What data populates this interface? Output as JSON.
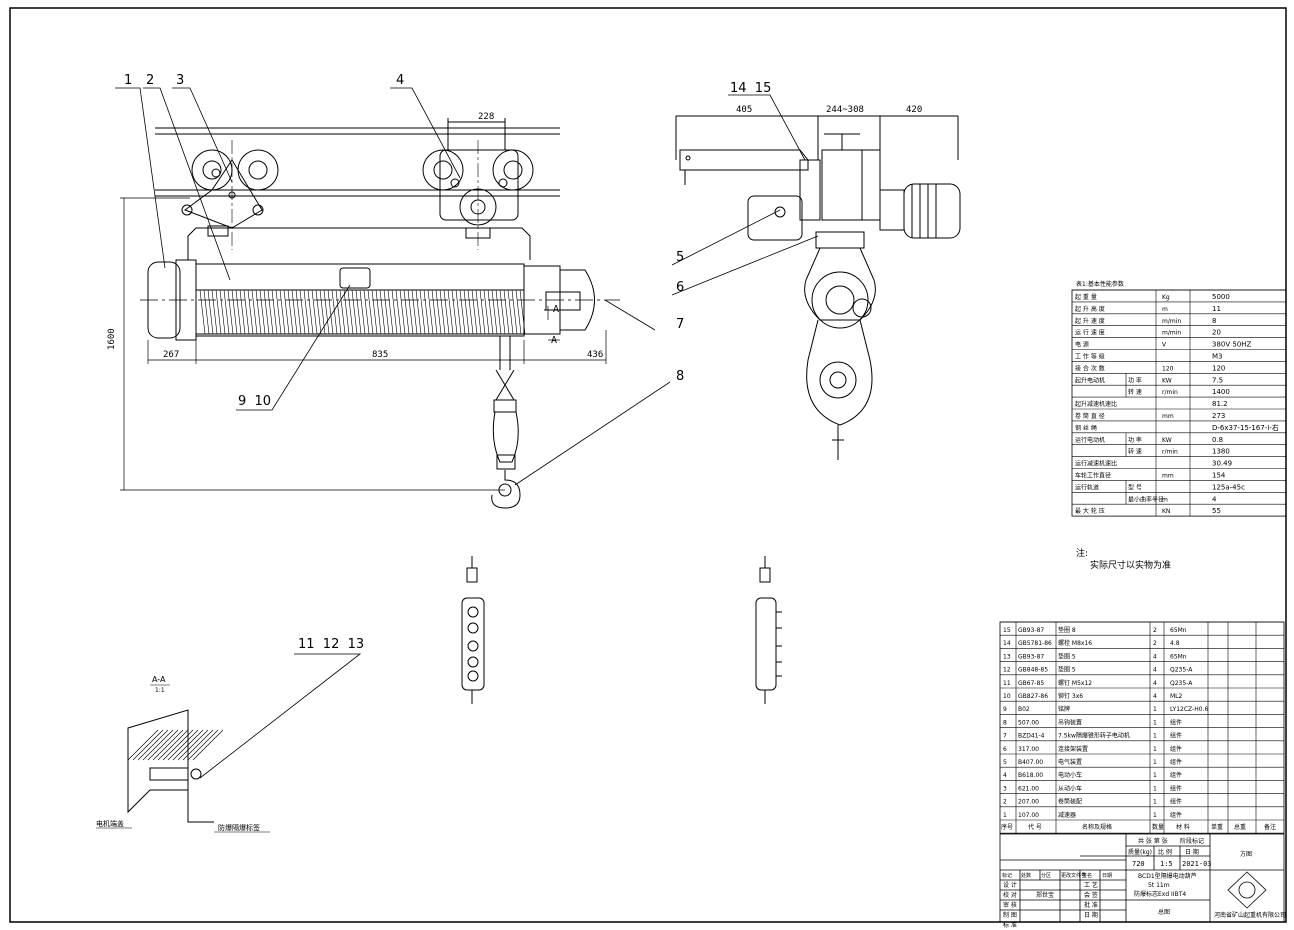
{
  "leaders": {
    "n1": "1",
    "n2": "2",
    "n3": "3",
    "n4": "4",
    "n5": "5",
    "n6": "6",
    "n7": "7",
    "n8": "8",
    "n9_10": "9  10",
    "n11_13": "11  12  13",
    "n14_15": "14  15"
  },
  "dims": {
    "d228": "228",
    "d267": "267",
    "d835": "835",
    "d436": "436",
    "d1600": "1600",
    "d405": "405",
    "d244": "244~308",
    "d420": "420",
    "aMark": "A",
    "aMark2": "A"
  },
  "section": {
    "title": "A-A",
    "scale": "1:1",
    "label_left": "电机端盖",
    "label_right": "防爆隔爆标签"
  },
  "spec_table": {
    "caption": "表1:基本性能参数",
    "rows": [
      [
        "起 重 量",
        "",
        "Kg",
        "5000"
      ],
      [
        "起 升 高 度",
        "",
        "m",
        "11"
      ],
      [
        "起 升 速 度",
        "",
        "m/min",
        "8"
      ],
      [
        "运 行 速 度",
        "",
        "m/min",
        "20"
      ],
      [
        "电 源",
        "",
        "V",
        "380V 50HZ"
      ],
      [
        "工 作 等 级",
        "",
        "",
        "M3"
      ],
      [
        "接 合 次 数",
        "",
        "120",
        "120"
      ],
      [
        "起升电动机",
        "功 率",
        "KW",
        "7.5"
      ],
      [
        "",
        "转 速",
        "r/min",
        "1400"
      ],
      [
        "起升减速机速比",
        "",
        "",
        "81.2"
      ],
      [
        "卷 筒 直 径",
        "",
        "mm",
        "273"
      ],
      [
        "钢 丝 绳",
        "",
        "",
        "D-6x37-15-167-I-右"
      ],
      [
        "运行电动机",
        "功 率",
        "KW",
        "0.8"
      ],
      [
        "",
        "转 速",
        "r/min",
        "1380"
      ],
      [
        "运行减速机速比",
        "",
        "",
        "30.49"
      ],
      [
        "车轮工作直径",
        "",
        "mm",
        "154"
      ],
      [
        "运行轨道",
        "型 号",
        "",
        "125a-45c"
      ],
      [
        "",
        "最小曲率半径",
        "m",
        "4"
      ],
      [
        "最 大 轮 压",
        "",
        "KN",
        "55"
      ]
    ],
    "note_title": "注:",
    "note": "实际尺寸以实物为准"
  },
  "bom": {
    "rows": [
      [
        "15",
        "GB93-87",
        "垫圈 8",
        "2",
        "65Mn"
      ],
      [
        "14",
        "GB5781-86",
        "螺栓 M8x16",
        "2",
        "4.8"
      ],
      [
        "13",
        "GB93-87",
        "垫圈 5",
        "4",
        "65Mn"
      ],
      [
        "12",
        "GB848-85",
        "垫圈 5",
        "4",
        "Q235-A"
      ],
      [
        "11",
        "GB67-85",
        "螺钉 M5x12",
        "4",
        "Q235-A"
      ],
      [
        "10",
        "GB827-86",
        "铆钉 3x6",
        "4",
        "ML2"
      ],
      [
        "9",
        "B02",
        "铭牌",
        "1",
        "LY12CZ-H0.6"
      ],
      [
        "8",
        "507.00",
        "吊钩装置",
        "1",
        "组件"
      ],
      [
        "7",
        "BZD41-4",
        "7.5kw隔爆锥形转子电动机",
        "1",
        "组件"
      ],
      [
        "6",
        "317.00",
        "连接架装置",
        "1",
        "组件"
      ],
      [
        "5",
        "B407.00",
        "电气装置",
        "1",
        "组件"
      ],
      [
        "4",
        "B618.00",
        "电动小车",
        "1",
        "组件"
      ],
      [
        "3",
        "621.00",
        "从动小车",
        "1",
        "组件"
      ],
      [
        "2",
        "207.00",
        "卷筒装配",
        "1",
        "组件"
      ],
      [
        "1",
        "107.00",
        "减速器",
        "1",
        "组件"
      ]
    ],
    "header": [
      "序号",
      "代 号",
      "名称及规格",
      "数量",
      "材 料",
      "单重",
      "总重",
      "备注"
    ],
    "title_block": {
      "sheets": "共 张 第 张",
      "stage": "阶段标记",
      "weight_label": "质量(kg)",
      "scale_label": "比 例",
      "date_label": "日 期",
      "weight": "720",
      "scale": "1:5",
      "date": "2021-03",
      "product_l1": "BCD1型隔爆电动葫芦",
      "product_l2": "5t 11m",
      "product_l3": "防爆标志Exd IIBT4",
      "drawing": "总图",
      "roles": [
        "标记",
        "处数",
        "分区",
        "更改文件号",
        "签名",
        "日期"
      ],
      "signers": [
        "设 计",
        "校 对",
        "审 核",
        "制 图",
        "标 准"
      ],
      "designer": "郑世宝",
      "process": [
        "工 艺",
        "会 签",
        "批 准",
        "日 期"
      ],
      "company": "河南省矿山起重机有限公司",
      "logo_text": "方图"
    }
  }
}
